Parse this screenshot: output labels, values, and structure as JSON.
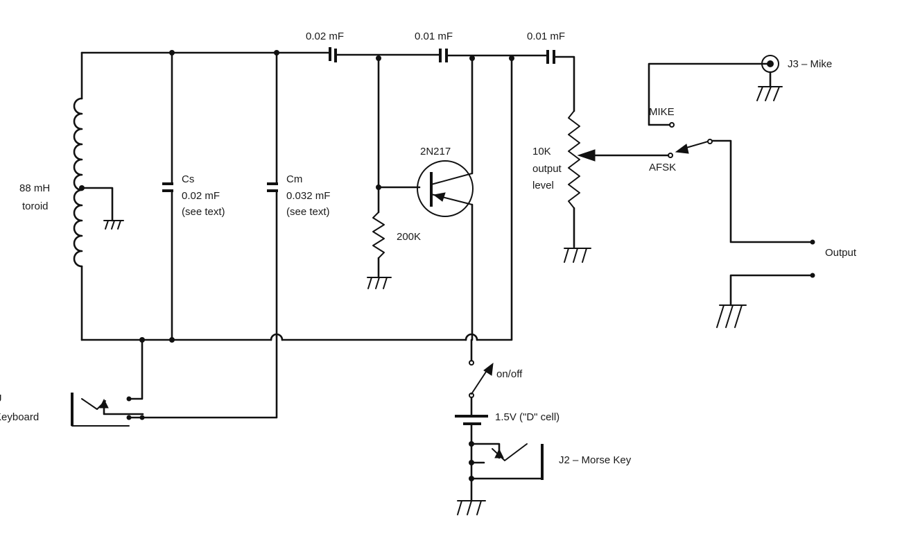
{
  "labels": {
    "cap_top_1": "0.02 mF",
    "cap_top_2": "0.01 mF",
    "cap_top_3": "0.01 mF",
    "inductor_line1": "88 mH",
    "inductor_line2": "toroid",
    "cs_line1": "Cs",
    "cs_line2": "0.02 mF",
    "cs_line3": "(see text)",
    "cm_line1": "Cm",
    "cm_line2": "0.032 mF",
    "cm_line3": "(see text)",
    "transistor": "2N217",
    "resistor_bias": "200K",
    "pot_line1": "10K",
    "pot_line2": "output",
    "pot_line3": "level",
    "mike_jack": "J3 – Mike",
    "mike_switch": "MIKE",
    "afsk_switch": "AFSK",
    "output": "Output",
    "power_switch": "on/off",
    "battery": "1.5V (\"D\" cell)",
    "morse_jack": "J2 – Morse Key",
    "keyboard_jack_line1": "J",
    "keyboard_jack_line2": "Keyboard"
  }
}
